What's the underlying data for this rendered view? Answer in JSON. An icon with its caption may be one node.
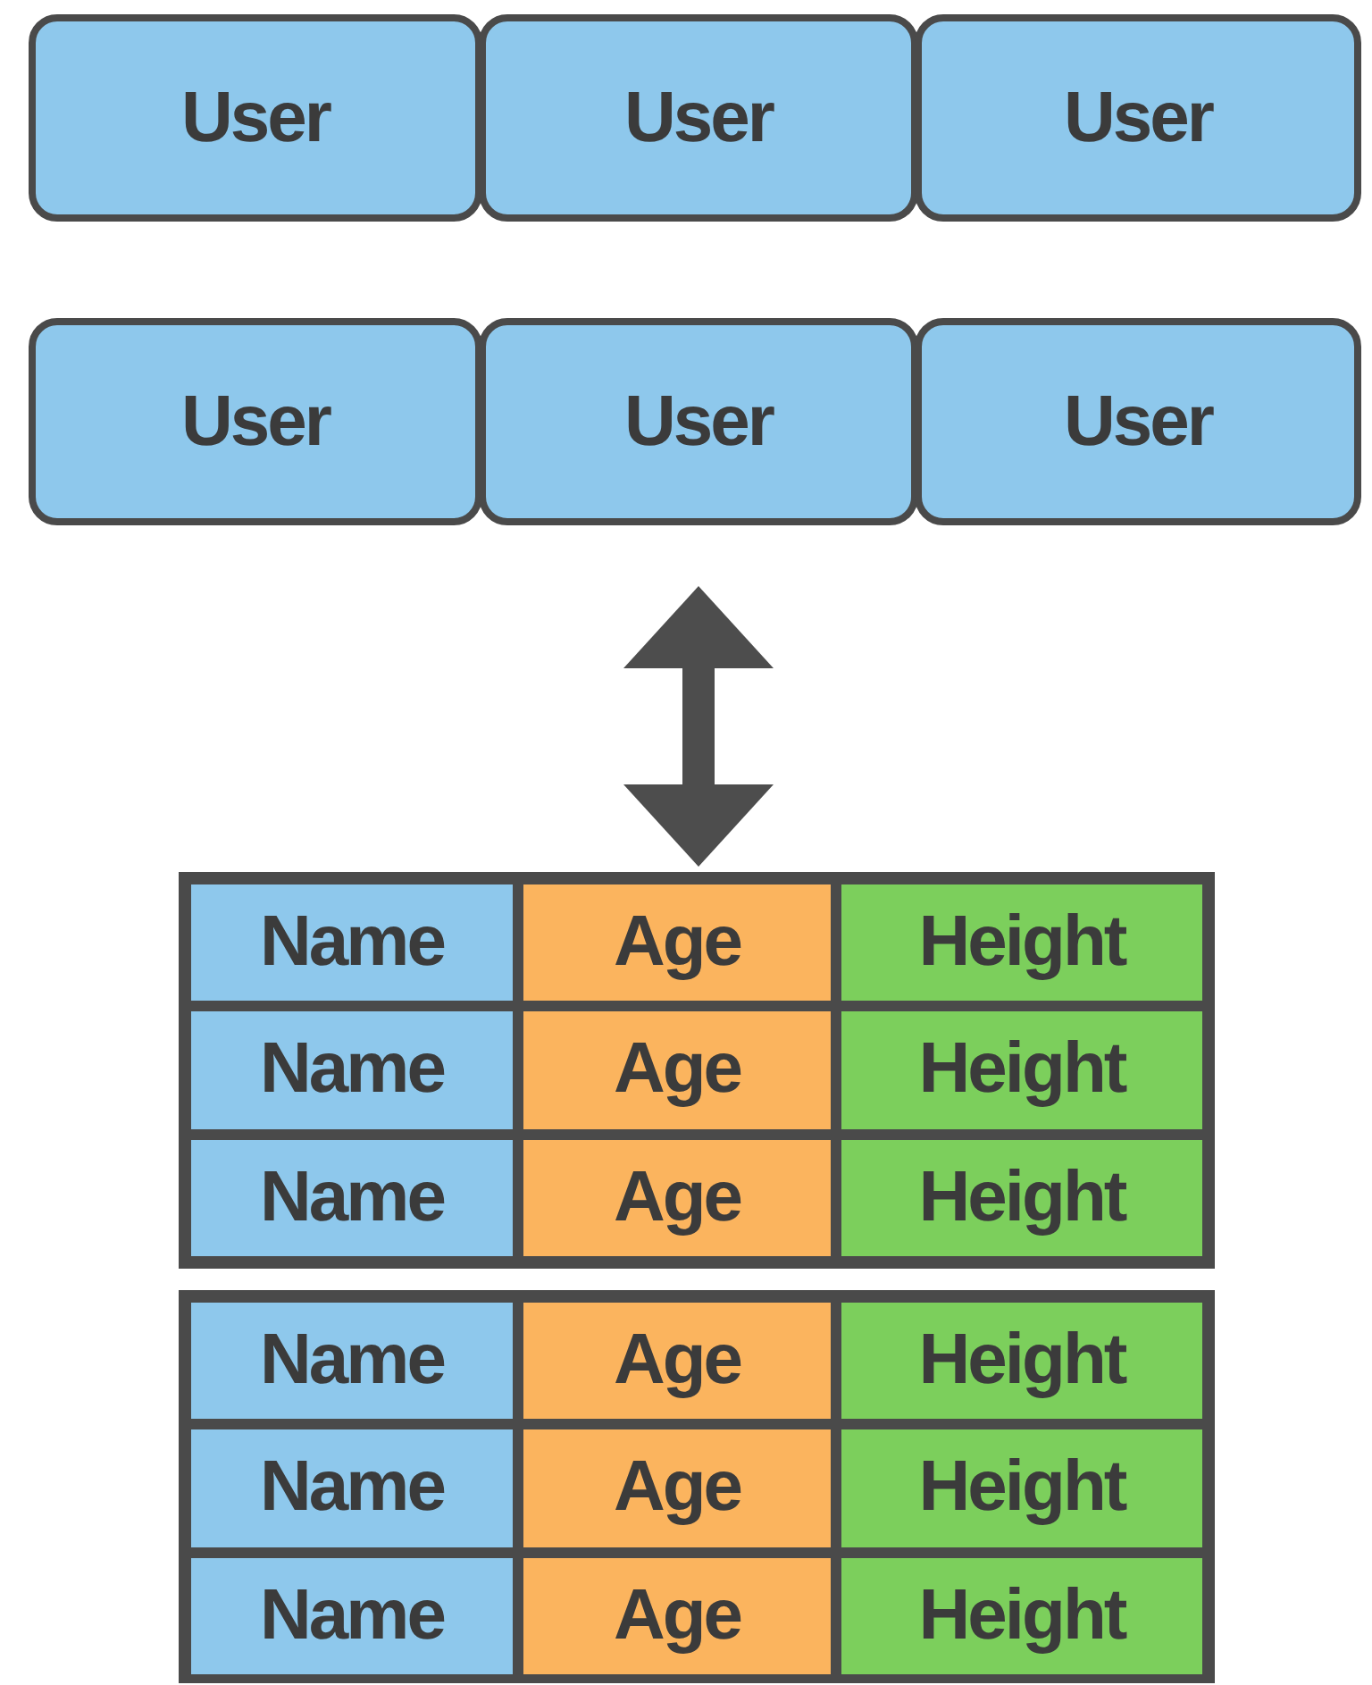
{
  "diagram": {
    "nodes": [
      {
        "text": [
          "User"
        ]
      },
      {
        "text": [
          "User"
        ]
      },
      {
        "text": [
          "User"
        ]
      },
      {
        "text": [
          "User"
        ]
      },
      {
        "text": [
          "User"
        ]
      },
      {
        "text": [
          "User"
        ]
      },
      {
        "text": [],
        "shape": "box"
      },
      {
        "text": [
          "Name"
        ],
        "in": 6
      },
      {
        "text": [
          "Age"
        ],
        "in": 6
      },
      {
        "text": [
          "Height"
        ],
        "in": 6
      },
      {
        "text": [
          "Name"
        ],
        "in": 6
      },
      {
        "text": [
          "Age"
        ],
        "in": 6
      },
      {
        "text": [
          "Height"
        ],
        "in": 6
      },
      {
        "text": [
          "Name"
        ],
        "in": 6
      },
      {
        "text": [
          "Age"
        ],
        "in": 6
      },
      {
        "text": [
          "Height"
        ],
        "in": 6
      },
      {
        "text": [],
        "shape": "box"
      },
      {
        "text": [
          "Name"
        ],
        "in": 16
      },
      {
        "text": [
          "Age"
        ],
        "in": 16
      },
      {
        "text": [
          "Height"
        ],
        "in": 16
      },
      {
        "text": [
          "Name"
        ],
        "in": 16
      },
      {
        "text": [
          "Age"
        ],
        "in": 16
      },
      {
        "text": [
          "Height"
        ],
        "in": 16
      },
      {
        "text": [
          "Name"
        ],
        "in": 16
      },
      {
        "text": [
          "Age"
        ],
        "in": 16
      },
      {
        "text": [
          "Height"
        ],
        "in": 16
      }
    ],
    "edges": [
      {
        "from": 4,
        "to": 6,
        "arrow": "both"
      }
    ]
  }
}
